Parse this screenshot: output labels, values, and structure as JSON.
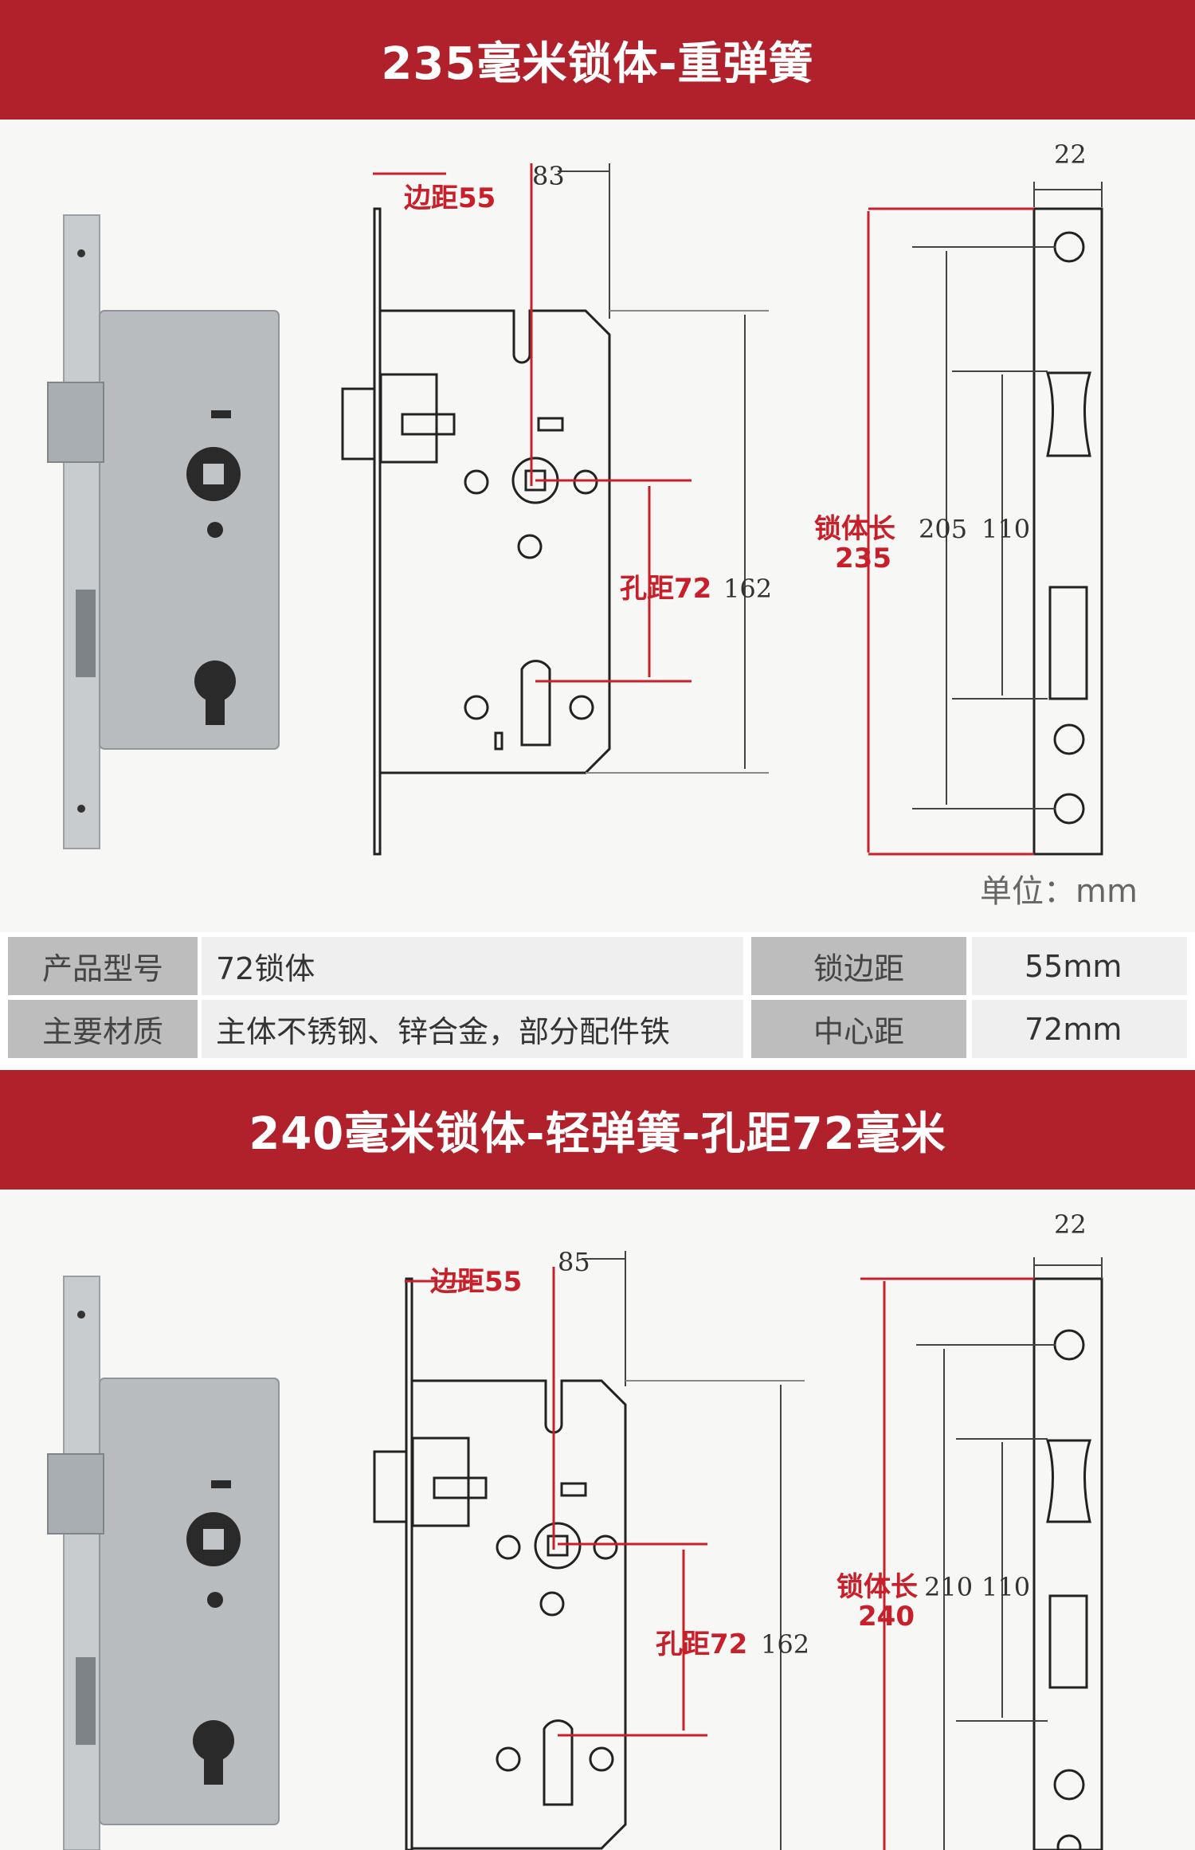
{
  "colors": {
    "banner": "#b0212b",
    "dimension_red": "#c8202b",
    "table_head": "#bdbdbd",
    "table_value": "#efefef"
  },
  "section1": {
    "title": "235毫米锁体-重弹簧",
    "dims": {
      "edge_label": "边距55",
      "top_width": "83",
      "hole_label": "孔距72",
      "body_height": "162",
      "face_width": "22",
      "length_label": "锁体长",
      "length_value": "235",
      "screw_span": "205",
      "inner_span": "110"
    },
    "unit": "单位：mm"
  },
  "specs": {
    "rows": [
      {
        "label1": "产品型号",
        "value1": "72锁体",
        "label2": "锁边距",
        "value2": "55mm"
      },
      {
        "label1": "主要材质",
        "value1": "主体不锈钢、锌合金，部分配件铁",
        "label2": "中心距",
        "value2": "72mm"
      }
    ]
  },
  "section2": {
    "title": "240毫米锁体-轻弹簧-孔距72毫米",
    "dims": {
      "edge_label": "边距55",
      "top_width": "85",
      "hole_label": "孔距72",
      "body_height": "162",
      "face_width": "22",
      "length_label": "锁体长",
      "length_value": "240",
      "screw_span": "210",
      "inner_span": "110"
    }
  }
}
